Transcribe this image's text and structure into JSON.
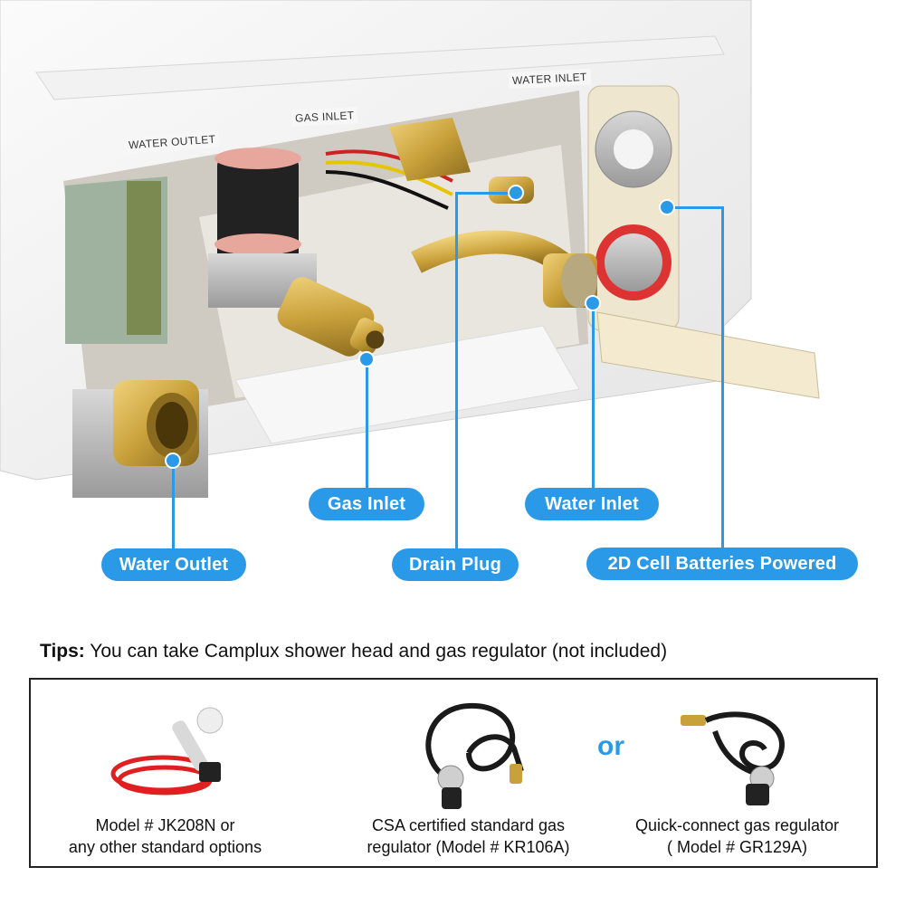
{
  "photo": {
    "panel_labels": {
      "water_outlet": "WATER OUTLET",
      "gas_inlet": "GAS INLET",
      "water_inlet": "WATER INLET"
    }
  },
  "callouts": {
    "gas_inlet": "Gas Inlet",
    "water_inlet": "Water Inlet",
    "water_outlet": "Water Outlet",
    "drain_plug": "Drain Plug",
    "batteries": "2D Cell Batteries Powered"
  },
  "tips": {
    "label": "Tips:",
    "text": "You can take Camplux shower head and gas regulator (not included)"
  },
  "accessories": {
    "or": "or",
    "items": [
      {
        "line1": "Model # JK208N or",
        "line2": "any other standard options"
      },
      {
        "line1": "CSA certified standard gas",
        "line2": "regulator (Model # KR106A)"
      },
      {
        "line1": "Quick-connect gas regulator",
        "line2": "( Model # GR129A)"
      }
    ]
  },
  "colors": {
    "accent": "#2a9ae8",
    "hose_red": "#e02020",
    "hose_black": "#1a1a1a",
    "brass": "#c9a13b"
  }
}
